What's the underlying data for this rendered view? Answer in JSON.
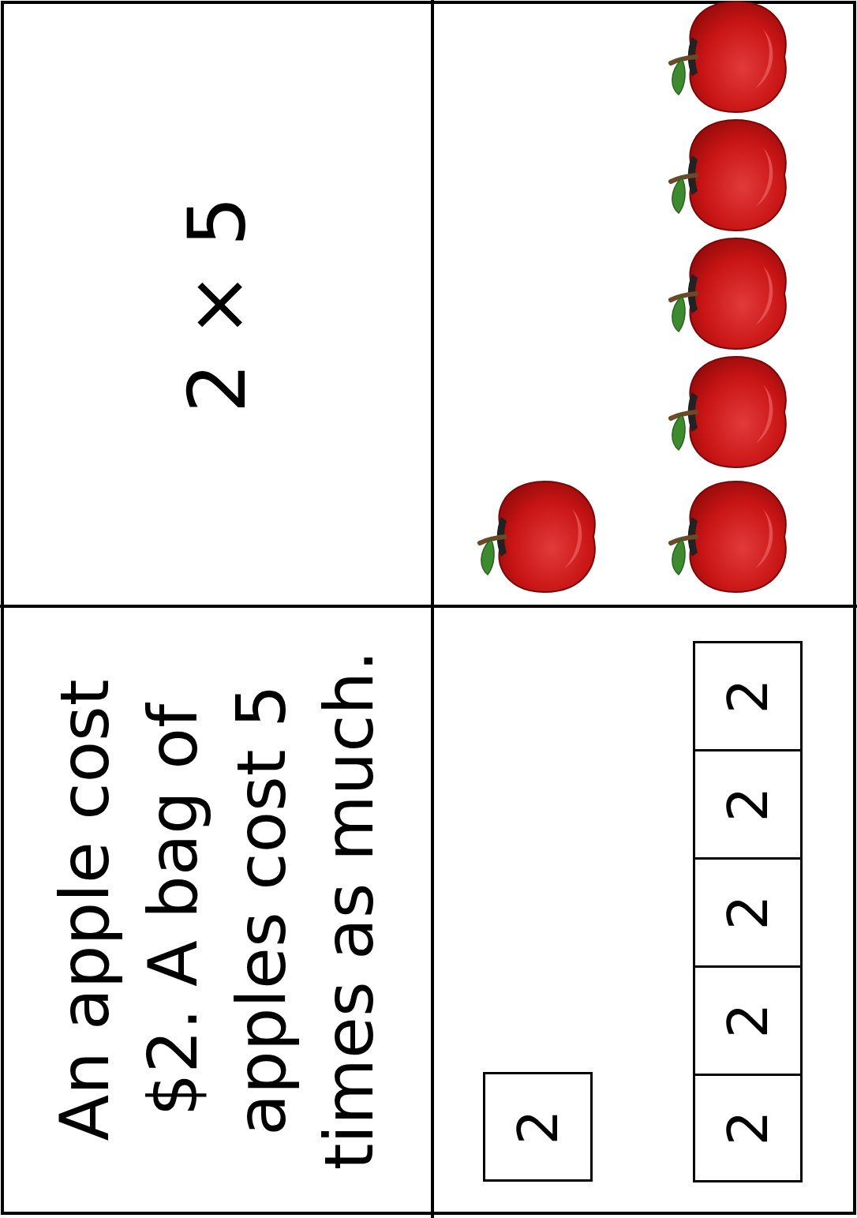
{
  "diagram": {
    "nodes": [
      {
        "text": [
          "2 × 5"
        ]
      },
      {
        "text": [
          "An apple cost $2. A bag of apples cost 5 times as much."
        ]
      },
      {
        "text": [
          "2"
        ]
      },
      {
        "text": [
          "2"
        ]
      },
      {
        "text": [
          "2"
        ]
      },
      {
        "text": [
          "2"
        ]
      },
      {
        "text": [
          "2"
        ]
      },
      {
        "text": [
          "2"
        ]
      }
    ]
  }
}
